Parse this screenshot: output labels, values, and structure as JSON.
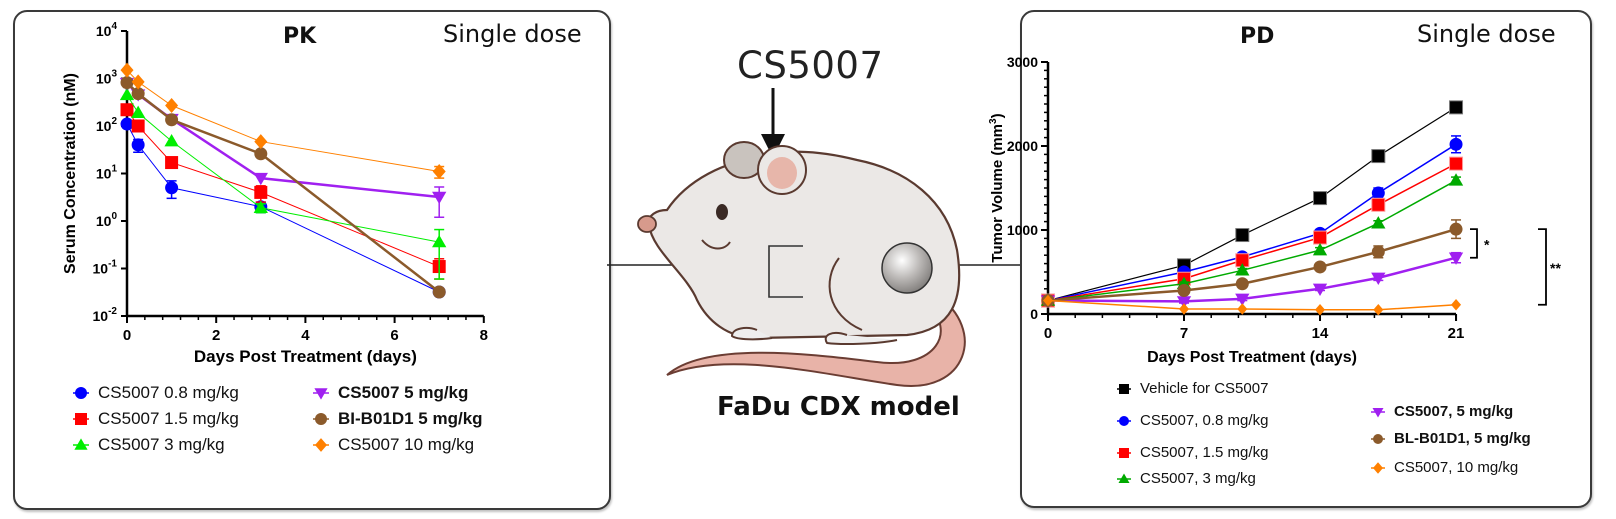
{
  "pk": {
    "title": "PK",
    "subtitle": "Single dose",
    "chart_data": {
      "type": "line",
      "title": "PK",
      "xlabel": "Days Post Treatment (days)",
      "ylabel": "Serum Concentration (nM)",
      "yscale": "log",
      "xlim": [
        0,
        8
      ],
      "ylim": [
        0.01,
        10000
      ],
      "xticks": [
        "0",
        "2",
        "4",
        "6",
        "8"
      ],
      "yticks": [
        {
          "base": "10",
          "exp": "4"
        },
        {
          "base": "10",
          "exp": "3"
        },
        {
          "base": "10",
          "exp": "2"
        },
        {
          "base": "10",
          "exp": "1"
        },
        {
          "base": "10",
          "exp": "0"
        },
        {
          "base": "10",
          "exp": "-1"
        },
        {
          "base": "10",
          "exp": "-2"
        }
      ],
      "yticks_values": [
        10000,
        1000,
        100,
        10,
        1,
        0.1,
        0.01
      ],
      "x": [
        0,
        0.25,
        1,
        3,
        7
      ],
      "series": [
        {
          "name": "CS5007 0.8 mg/kg",
          "color": "#0000ff",
          "marker": "circle",
          "bold": false,
          "width": 1,
          "values": [
            110,
            40,
            5,
            2,
            0.032
          ],
          "err": [
            0,
            12,
            2,
            0.5,
            0
          ]
        },
        {
          "name": "CS5007 1.5 mg/kg",
          "color": "#ff0000",
          "marker": "square",
          "bold": false,
          "width": 1,
          "values": [
            220,
            100,
            17,
            4,
            0.11
          ],
          "err": [
            0,
            0,
            0,
            1.5,
            0.05
          ]
        },
        {
          "name": "CS5007 3 mg/kg",
          "color": "#00ee00",
          "marker": "triangle-up",
          "bold": false,
          "width": 1,
          "values": [
            450,
            190,
            48,
            1.9,
            0.36
          ],
          "err": [
            0,
            0,
            0,
            0.4,
            0.3
          ]
        },
        {
          "name": "CS5007 5 mg/kg",
          "color": "#a020f0",
          "marker": "triangle-down",
          "bold": true,
          "width": 2.5,
          "values": [
            800,
            460,
            140,
            8,
            3.2
          ],
          "err": [
            0,
            0,
            0,
            0,
            2
          ]
        },
        {
          "name": "BI-B01D1 5 mg/kg",
          "color": "#8b5a2b",
          "marker": "circle",
          "bold": true,
          "width": 2.5,
          "values": [
            820,
            480,
            135,
            26,
            0.032
          ],
          "err": [
            0,
            0,
            0,
            0,
            0
          ]
        },
        {
          "name": "CS5007 10 mg/kg",
          "color": "#ff8000",
          "marker": "diamond",
          "bold": false,
          "width": 1,
          "values": [
            1500,
            850,
            270,
            47,
            11
          ],
          "err": [
            0,
            0,
            0,
            0,
            3
          ]
        }
      ],
      "legend": "below"
    }
  },
  "center": {
    "drug": "CS5007",
    "model": "FaDu CDX model",
    "illustration": "mouse-with-tumor"
  },
  "pd": {
    "title": "PD",
    "subtitle": "Single dose",
    "significance": [
      "*",
      "**"
    ],
    "chart_data": {
      "type": "line",
      "title": "PD",
      "xlabel": "Days Post Treatment (days)",
      "ylabel_main": "Tumor Volume (mm",
      "ylabel_sup": "3",
      "ylabel_end": ")",
      "xlim": [
        0,
        21
      ],
      "ylim": [
        0,
        3000
      ],
      "xticks": [
        "0",
        "7",
        "14",
        "21"
      ],
      "xticks_values": [
        0,
        7,
        14,
        21
      ],
      "yticks": [
        "0",
        "1000",
        "2000",
        "3000"
      ],
      "yticks_values": [
        0,
        1000,
        2000,
        3000
      ],
      "x": [
        0,
        7,
        10,
        14,
        17,
        21
      ],
      "series": [
        {
          "name": "Vehicle for CS5007",
          "color": "#000000",
          "marker": "square",
          "bold": false,
          "width": 1.2,
          "values": [
            160,
            580,
            940,
            1380,
            1880,
            2460
          ],
          "err": [
            0,
            40,
            30,
            60,
            70,
            70
          ]
        },
        {
          "name": "CS5007, 0.8 mg/kg",
          "color": "#0000ff",
          "marker": "circle",
          "bold": false,
          "width": 1.5,
          "values": [
            160,
            500,
            680,
            960,
            1440,
            2020
          ],
          "err": [
            0,
            30,
            30,
            40,
            60,
            100
          ]
        },
        {
          "name": "CS5007, 1.5 mg/kg",
          "color": "#ff0000",
          "marker": "square",
          "bold": false,
          "width": 1.5,
          "values": [
            160,
            420,
            640,
            910,
            1300,
            1790
          ],
          "err": [
            0,
            20,
            20,
            30,
            40,
            70
          ]
        },
        {
          "name": "CS5007, 3 mg/kg",
          "color": "#00aa00",
          "marker": "triangle-up",
          "bold": false,
          "width": 1.5,
          "values": [
            160,
            360,
            520,
            760,
            1080,
            1590
          ],
          "err": [
            0,
            20,
            20,
            30,
            30,
            40
          ]
        },
        {
          "name": "CS5007, 5 mg/kg",
          "color": "#a020f0",
          "marker": "triangle-down",
          "bold": true,
          "width": 2.5,
          "values": [
            160,
            150,
            180,
            300,
            430,
            670
          ],
          "err": [
            0,
            20,
            20,
            20,
            30,
            60
          ]
        },
        {
          "name": "BL-B01D1, 5 mg/kg",
          "color": "#8b5a2b",
          "marker": "circle",
          "bold": true,
          "width": 2.5,
          "values": [
            160,
            280,
            360,
            560,
            740,
            1010
          ],
          "err": [
            0,
            20,
            20,
            40,
            70,
            110
          ]
        },
        {
          "name": "CS5007, 10 mg/kg",
          "color": "#ff8000",
          "marker": "diamond",
          "bold": false,
          "width": 1.5,
          "values": [
            160,
            60,
            60,
            50,
            50,
            110
          ],
          "err": [
            0,
            0,
            0,
            0,
            0,
            0
          ]
        }
      ],
      "legend": "below",
      "annotations": [
        {
          "text": "*",
          "between": [
            "BL-B01D1, 5 mg/kg",
            "CS5007, 5 mg/kg"
          ],
          "at_day": 21
        },
        {
          "text": "**",
          "between": [
            "BL-B01D1, 5 mg/kg",
            "CS5007, 10 mg/kg"
          ],
          "at_day": 21
        }
      ]
    }
  }
}
